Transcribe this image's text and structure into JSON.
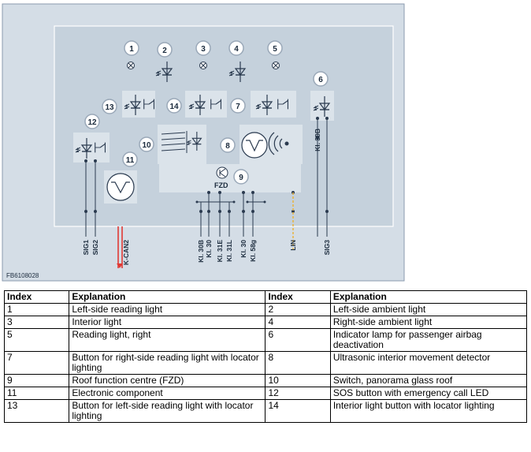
{
  "figure": {
    "code": "FB6108028",
    "callouts": [
      "1",
      "2",
      "3",
      "4",
      "5",
      "6",
      "7",
      "8",
      "9",
      "10",
      "11",
      "12",
      "13",
      "14"
    ],
    "fzd_label": "FZD",
    "side_pins": [
      "Kl. 30B"
    ],
    "bottom_pins": [
      "SIG1",
      "SIG2",
      "K-CAN2",
      "Kl. 30B",
      "Kl. 30",
      "Kl. 31E",
      "Kl. 31L",
      "Kl. 30",
      "Kl. 58g",
      "LIN",
      "SIG3"
    ],
    "colors": {
      "outer_bg": "#d4dde6",
      "module_bg": "#c5d1dc",
      "inner_box": "#dbe3ea",
      "can_wire": "#e03a35",
      "lin_wire": "#e8b440",
      "wire": "#2a3a4f"
    }
  },
  "table": {
    "headers": [
      "Index",
      "Explanation",
      "Index",
      "Explanation"
    ],
    "rows": [
      [
        "1",
        "Left-side reading light",
        "2",
        "Left-side ambient light"
      ],
      [
        "3",
        "Interior light",
        "4",
        "Right-side ambient light"
      ],
      [
        "5",
        "Reading light, right",
        "6",
        "Indicator lamp for passenger airbag deactivation"
      ],
      [
        "7",
        "Button for right-side reading light with locator lighting",
        "8",
        "Ultrasonic interior movement detector"
      ],
      [
        "9",
        "Roof function centre (FZD)",
        "10",
        "Switch, panorama glass roof"
      ],
      [
        "11",
        "Electronic component",
        "12",
        "SOS button with emergency call LED"
      ],
      [
        "13",
        "Button for left-side reading light with locator lighting",
        "14",
        "Interior light button with locator lighting"
      ]
    ]
  }
}
